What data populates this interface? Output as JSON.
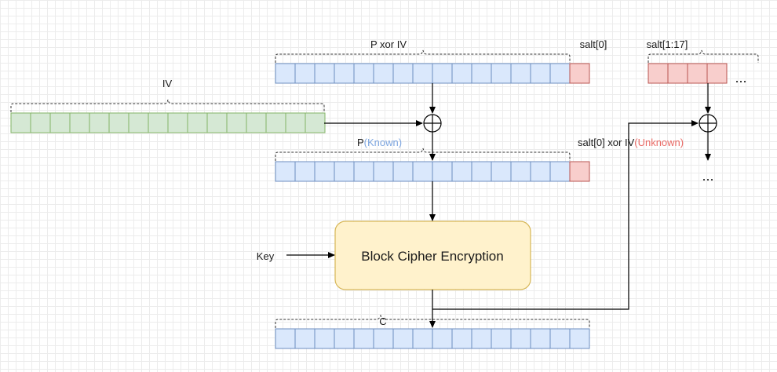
{
  "labels": {
    "p_xor_iv": "P xor IV",
    "salt0": "salt[0]",
    "salt_rest": "salt[1:17]",
    "iv": "IV",
    "p_prefix": "P",
    "known": "(Known)",
    "salt0_xor_iv_prefix": "salt[0] xor IV",
    "unknown": "(Unknown)",
    "key": "Key",
    "cipher": "Block Cipher Encryption",
    "c": "C",
    "ellipsis_row": "...",
    "ellipsis_out": "..."
  },
  "colors": {
    "blue_fill": "#dae8fc",
    "blue_stroke": "#6c8ebf",
    "red_fill": "#f8cecc",
    "red_stroke": "#b85450",
    "green_fill": "#d5e8d4",
    "green_stroke": "#82b366",
    "cipher_fill": "#fff2cc",
    "cipher_stroke": "#d6b656",
    "known": "#7ea6e0",
    "unknown": "#ea6b66"
  },
  "icons": {
    "xor": "circle-plus-icon",
    "arrow": "arrowhead-icon"
  }
}
